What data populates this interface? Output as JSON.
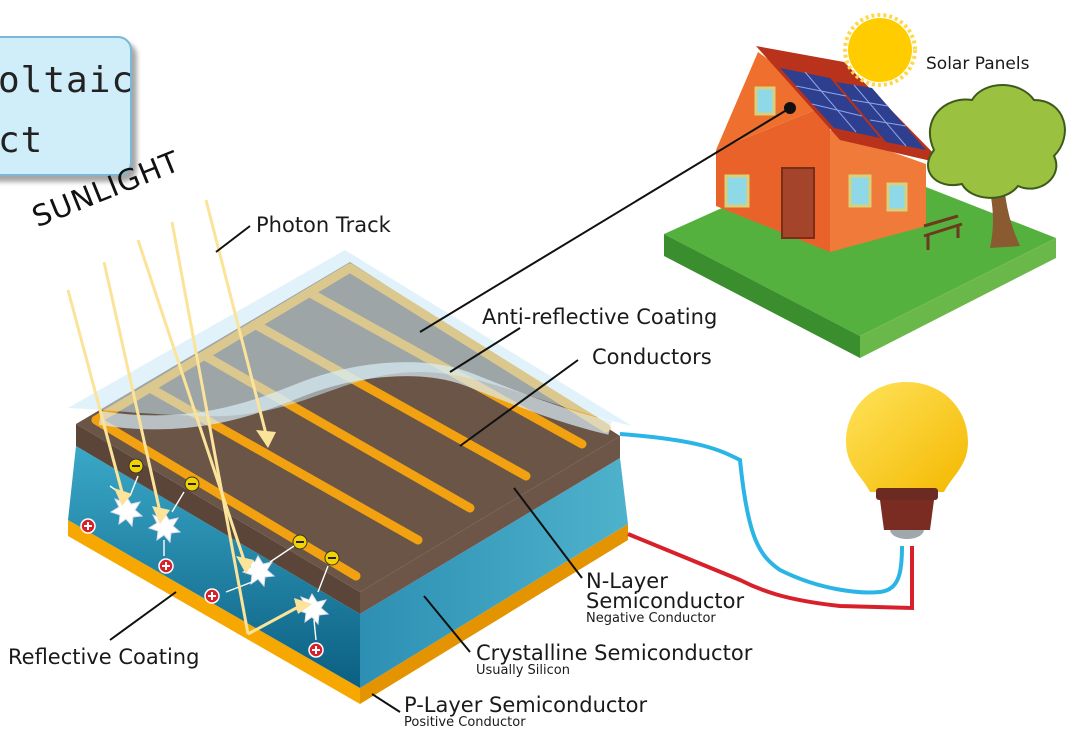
{
  "title": {
    "line1": "oltaic",
    "line2": "ct"
  },
  "sunlight_label": "SUNLIGHT",
  "labels": {
    "photon_track": "Photon Track",
    "anti_reflective": "Anti-reflective Coating",
    "conductors": "Conductors",
    "solar_panels": "Solar Panels",
    "n_layer_1": "N-Layer",
    "n_layer_2": "Semiconductor",
    "n_layer_sub": "Negative Conductor",
    "crystalline": "Crystalline Semiconductor",
    "crystalline_sub": "Usually Silicon",
    "p_layer": "P-Layer Semiconductor",
    "p_layer_sub": "Positive Conductor",
    "reflective": "Reflective Coating"
  },
  "colors": {
    "cell_top": "#6b5546",
    "cell_blue": "#2a95b8",
    "cell_blue_dark": "#0e6d8f",
    "p_layer": "#f6a800",
    "conductor": "#f2a210",
    "glass": "#c9e7f5",
    "photon": "#fbe39a",
    "wire_blue": "#2bb5e6",
    "wire_red": "#d8202a",
    "bulb": "#ffd000",
    "house": "#e9622a",
    "roof": "#b8321c",
    "grass": "#45a937",
    "tree": "#9bc141",
    "sun": "#ffcc00"
  }
}
